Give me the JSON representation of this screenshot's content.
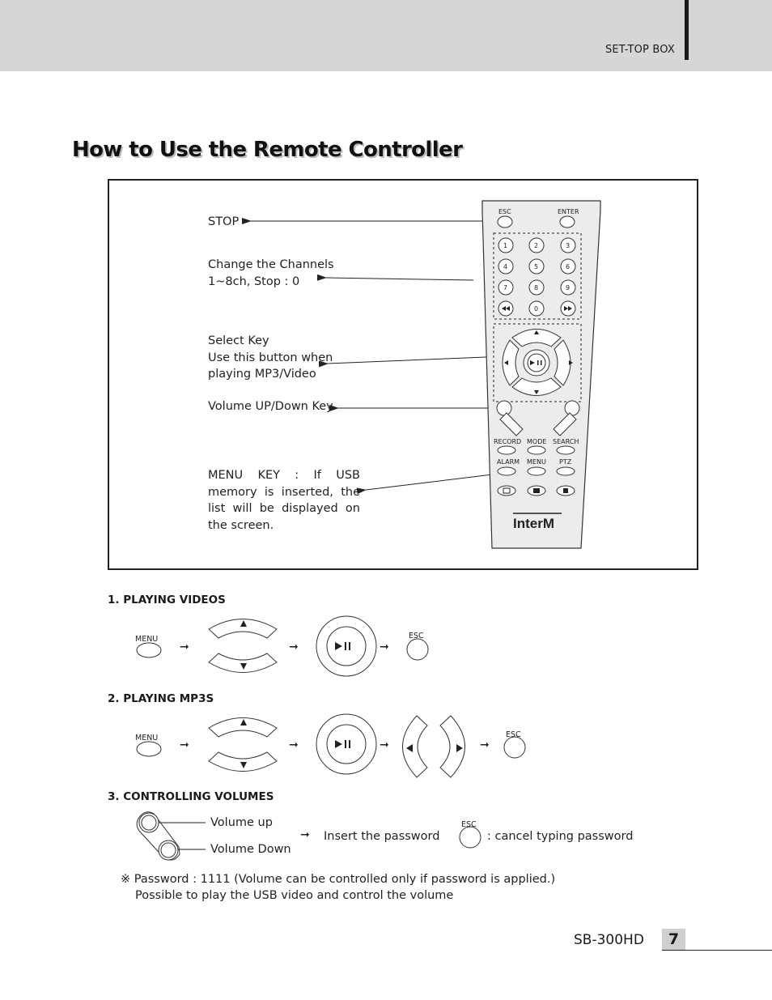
{
  "header": {
    "label": "SET-TOP BOX"
  },
  "title": "How to Use the Remote Controller",
  "diagram": {
    "callouts": {
      "stop": "STOP",
      "channels_line1": "Change the Channels",
      "channels_line2": "1~8ch, Stop : 0",
      "select_line1": "Select Key",
      "select_line2": "Use this button when",
      "select_line3": "playing MP3/Video",
      "volume": "Volume UP/Down Key",
      "menu_key": "MENU KEY : If USB memory is inserted, the list will be displayed on the screen."
    },
    "remote": {
      "esc": "ESC",
      "enter": "ENTER",
      "digits": [
        "1",
        "2",
        "3",
        "4",
        "5",
        "6",
        "7",
        "8",
        "9",
        "0"
      ],
      "row1": [
        "RECORD",
        "MODE",
        "SEARCH"
      ],
      "row2": [
        "ALARM",
        "MENU",
        "PTZ"
      ],
      "brand": "InterM"
    }
  },
  "sections": [
    {
      "title": "1. PLAYING VIDEOS"
    },
    {
      "title": "2. PLAYING MP3S"
    },
    {
      "title": "3. CONTROLLING VOLUMES"
    }
  ],
  "buttons": {
    "menu": "MENU",
    "esc": "ESC"
  },
  "volume_section": {
    "up": "Volume up",
    "down": "Volume Down",
    "insert": "Insert the password",
    "cancel": ": cancel typing password"
  },
  "notes": {
    "password": "※ Password : 1111 (Volume can be controlled only if password is applied.)",
    "usb": "Possible to play the USB video and control the volume"
  },
  "footer": {
    "model": "SB-300HD",
    "page": "7"
  }
}
